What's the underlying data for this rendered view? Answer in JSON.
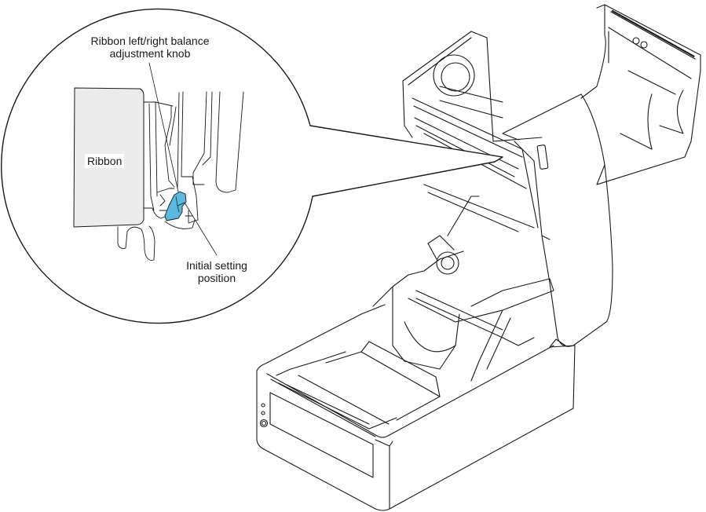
{
  "figure": {
    "description": "Thermal transfer label printer with top cover open; magnified callout of ribbon balance adjustment knob",
    "callout": {
      "labels": {
        "knob_line1": "Ribbon left/right balance",
        "knob_line2": "adjustment knob",
        "ribbon": "Ribbon",
        "initial_line1": "Initial setting",
        "initial_line2": "position"
      },
      "highlight_color": "#5bb8e0",
      "ribbon_fill": "#ececec"
    },
    "line_color": "#1a1a1a"
  }
}
